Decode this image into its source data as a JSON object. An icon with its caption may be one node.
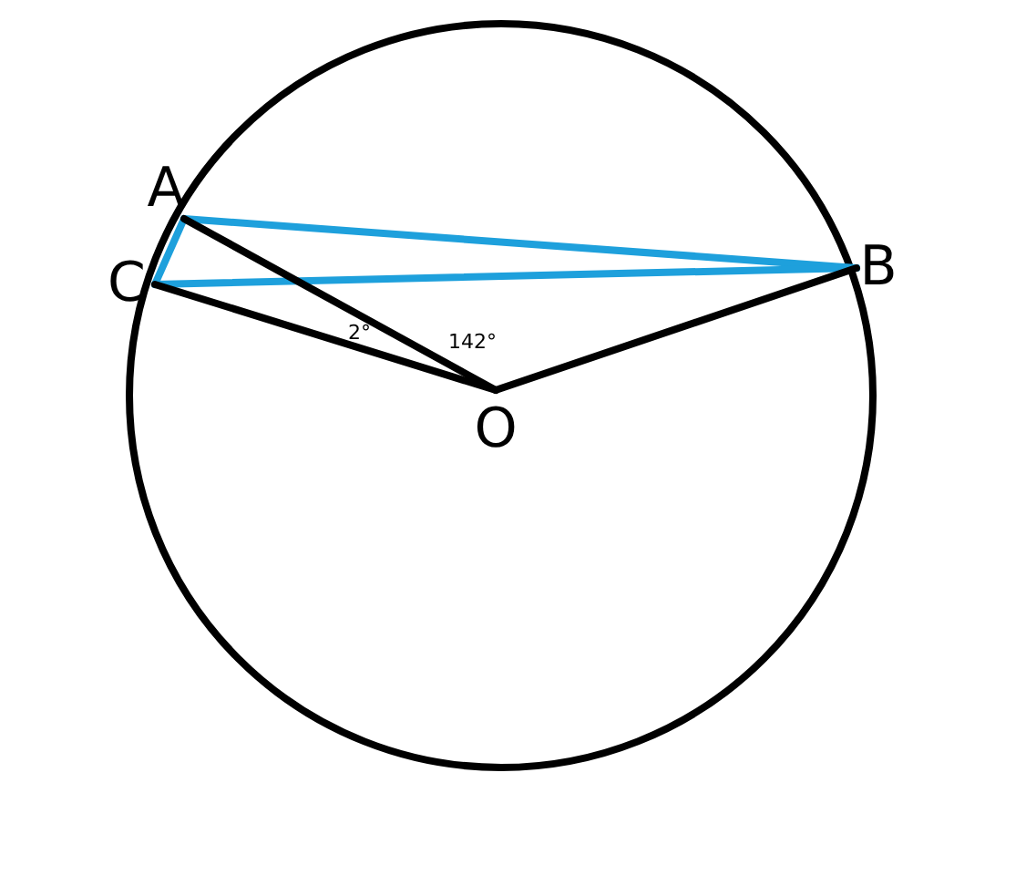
{
  "diagram": {
    "nodes": [
      {
        "text": [
          "A"
        ]
      },
      {
        "text": [
          "C"
        ]
      },
      {
        "text": [
          "B"
        ]
      },
      {
        "text": [
          "O"
        ]
      }
    ],
    "edges": [
      {
        "from": 0,
        "to": 2,
        "arrow": "none",
        "color": "#1ea0dc"
      },
      {
        "from": 1,
        "to": 2,
        "arrow": "none",
        "color": "#1ea0dc"
      },
      {
        "from": 0,
        "to": 1,
        "arrow": "none",
        "color": "#1ea0dc"
      },
      {
        "from": 0,
        "to": 3,
        "arrow": "none",
        "color": "#000000"
      },
      {
        "from": 1,
        "to": 3,
        "arrow": "none",
        "color": "#000000"
      },
      {
        "from": 2,
        "to": 3,
        "arrow": "none",
        "color": "#000000"
      }
    ],
    "labels": [
      "2°",
      "142°"
    ]
  }
}
